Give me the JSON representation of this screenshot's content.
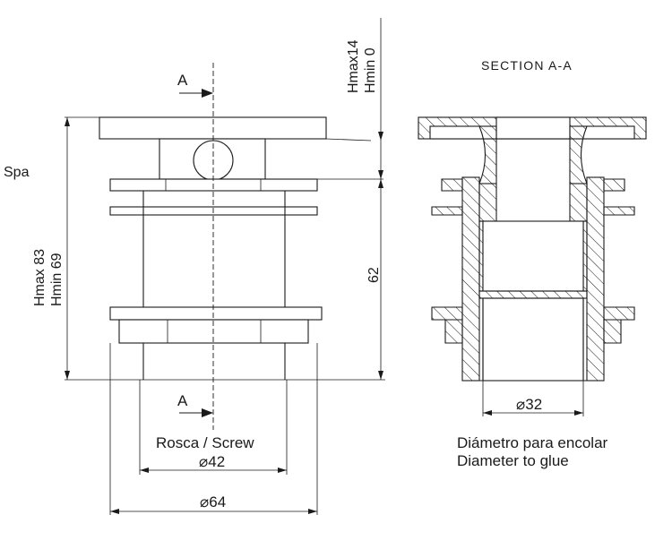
{
  "section_title": "SECTION A-A",
  "section_marker": "A",
  "labels": {
    "spa": "Spa",
    "hmax_top": "Hmax14",
    "hmin_top": "Hmin 0",
    "hmax_left": "Hmax 83",
    "hmin_left": "Hmin 69",
    "dim_62": "62",
    "screw_label": "Rosca / Screw",
    "dia_42": "⌀42",
    "dia_64": "⌀64",
    "dia_32": "⌀32",
    "glue_es": "Diámetro para encolar",
    "glue_en": "Diameter to glue"
  }
}
